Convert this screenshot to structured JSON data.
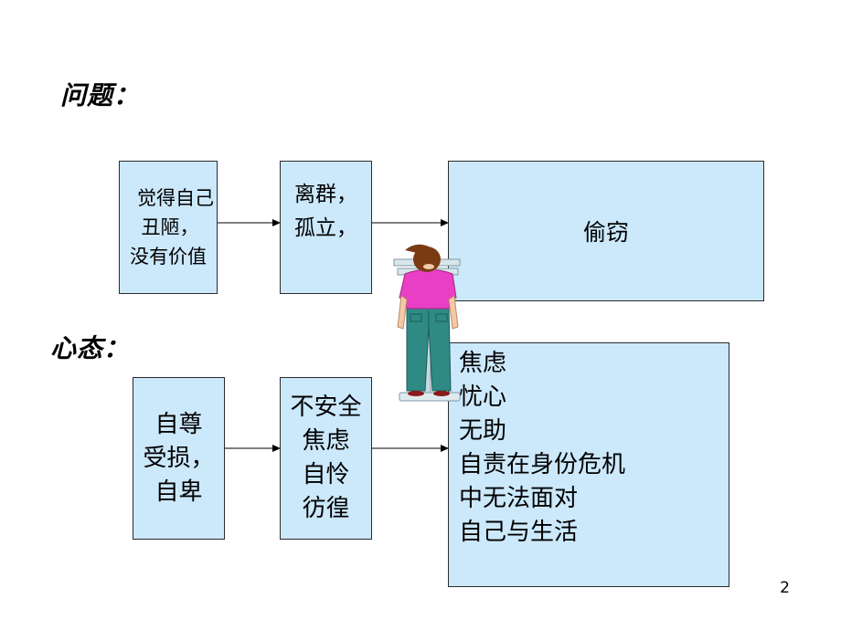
{
  "slide": {
    "section_problems": "问题：",
    "section_mindset": "心态：",
    "page_number": "2"
  },
  "problems_row": {
    "box1": [
      "觉得自己",
      "丑陋，",
      "没有价值"
    ],
    "box2": [
      "离群，",
      "孤立，"
    ],
    "box3": [
      "偷窃"
    ]
  },
  "mindset_row": {
    "box1": [
      "自尊",
      "受损，",
      "自卑"
    ],
    "box2": [
      "不安全",
      "焦虑",
      "自怜",
      "彷徨"
    ],
    "box3": [
      "焦虑",
      "忧心",
      "无助",
      "自责在身份危机",
      "中无法面对",
      "自己与生活"
    ]
  },
  "colors": {
    "box_fill": "#cce8fb",
    "box_border": "#2b2b2b",
    "figure_shirt": "#e83fc4",
    "figure_pants": "#2f8a85",
    "figure_hair": "#7a3b12"
  },
  "icons": [
    "woman-on-scale-clipart"
  ]
}
